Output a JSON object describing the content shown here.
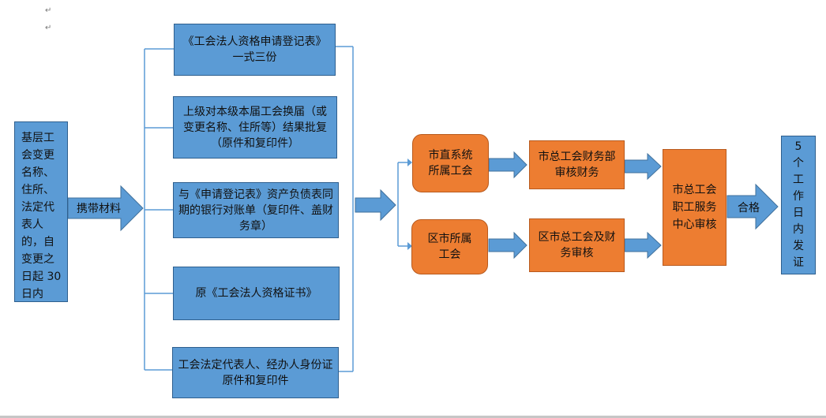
{
  "colors": {
    "blue_box": "#5b9bd5",
    "blue_border": "#2e5f8e",
    "orange_box": "#ed7d31",
    "line": "#5b9bd5"
  },
  "start": {
    "text": "基层工会变更名称、住所、法定代表人的，自变更之日起 30日内"
  },
  "carry_label": "携带材料",
  "materials": [
    {
      "text": "《工会法人资格申请登记表》\n一式三份"
    },
    {
      "text": "上级对本级本届工会换届（或\n变更名称、住所等）结果批复\n（原件和复印件）"
    },
    {
      "text": "与《申请登记表》资产负债表同\n期的银行对账单（复印件、盖财\n务章）"
    },
    {
      "text": "原《工会法人资格证书》"
    },
    {
      "text": "工会法定代表人、经办人身份证\n原件和复印件"
    }
  ],
  "unions": [
    {
      "text": "市直系统\n所属工会"
    },
    {
      "text": "区市所属\n工会"
    }
  ],
  "audits": [
    {
      "text": "市总工会财务部\n审核财务"
    },
    {
      "text": "区市总工会及财\n务审核"
    }
  ],
  "center": {
    "text": "市总工会\n职工服务\n中心审核"
  },
  "pass_label": "合格",
  "result": {
    "text": "5\n个\n工\n作\n日\n内\n发\n证"
  },
  "paragraph_mark": "↵"
}
